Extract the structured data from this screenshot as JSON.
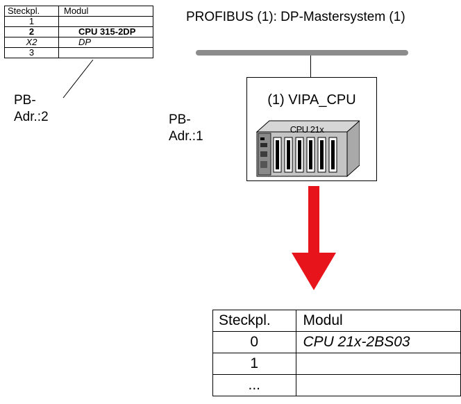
{
  "small_table": {
    "header": {
      "slot": "Steckpl.",
      "module": "Modul"
    },
    "rows": [
      {
        "slot": "1",
        "module": ""
      },
      {
        "slot": "2",
        "module": "CPU 315-2DP"
      },
      {
        "slot": "X2",
        "module": "DP"
      },
      {
        "slot": "3",
        "module": ""
      }
    ]
  },
  "bus": {
    "label": "PROFIBUS (1): DP-Mastersystem (1)",
    "color": "#8c8c8c"
  },
  "pb_address_left": {
    "line1": "PB-",
    "line2": "Adr.:2"
  },
  "pb_address_station": {
    "line1": "PB-",
    "line2": "Adr.:1"
  },
  "station": {
    "title": "(1) VIPA_CPU",
    "device_label": "CPU 21x"
  },
  "arrow": {
    "color": "#e8141b",
    "direction": "down"
  },
  "big_table": {
    "header": {
      "slot": "Steckpl.",
      "module": "Modul"
    },
    "rows": [
      {
        "slot": "0",
        "module": "CPU 21x-2BS03"
      },
      {
        "slot": "1",
        "module": ""
      },
      {
        "slot": "...",
        "module": ""
      }
    ]
  }
}
